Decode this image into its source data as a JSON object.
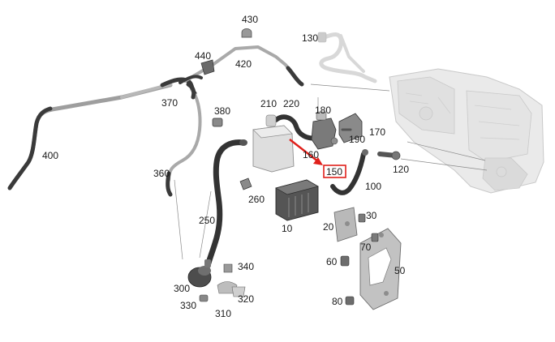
{
  "diagram": {
    "labels": {
      "p10": "10",
      "p20": "20",
      "p30": "30",
      "p50": "50",
      "p60": "60",
      "p70": "70",
      "p80": "80",
      "p100": "100",
      "p120": "120",
      "p130": "130",
      "p150": "150",
      "p160": "160",
      "p170": "170",
      "p180": "180",
      "p190": "190",
      "p210": "210",
      "p220": "220",
      "p250": "250",
      "p260": "260",
      "p300": "300",
      "p310": "310",
      "p320": "320",
      "p330": "330",
      "p340": "340",
      "p360": "360",
      "p370": "370",
      "p380": "380",
      "p400": "400",
      "p420": "420",
      "p430": "430",
      "p440": "440"
    },
    "highlighted_part": "150",
    "colors": {
      "highlight": "#e0201b",
      "hose_dark": "#2f2f2f",
      "hose_light": "#c9c9c9",
      "part_gray": "#b5b5b5"
    }
  }
}
